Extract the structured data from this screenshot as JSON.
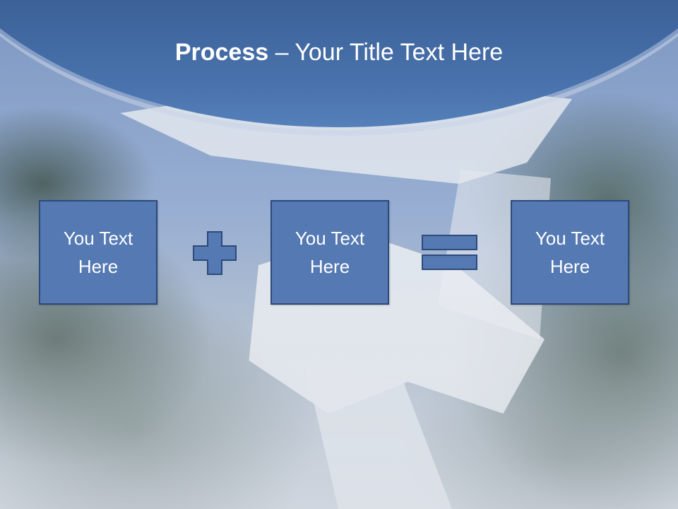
{
  "slide": {
    "title_bold": "Process",
    "title_rest": " – Your Title Text Here"
  },
  "process": {
    "steps": [
      {
        "label": "You Text Here"
      },
      {
        "label": "You Text Here"
      },
      {
        "label": "You Text Here"
      }
    ],
    "operators": [
      "plus-icon",
      "equals-icon"
    ]
  },
  "colors": {
    "header": "#2f5286",
    "box_fill": "#5479b3",
    "box_border": "#2c4a7a",
    "text": "#ffffff"
  }
}
